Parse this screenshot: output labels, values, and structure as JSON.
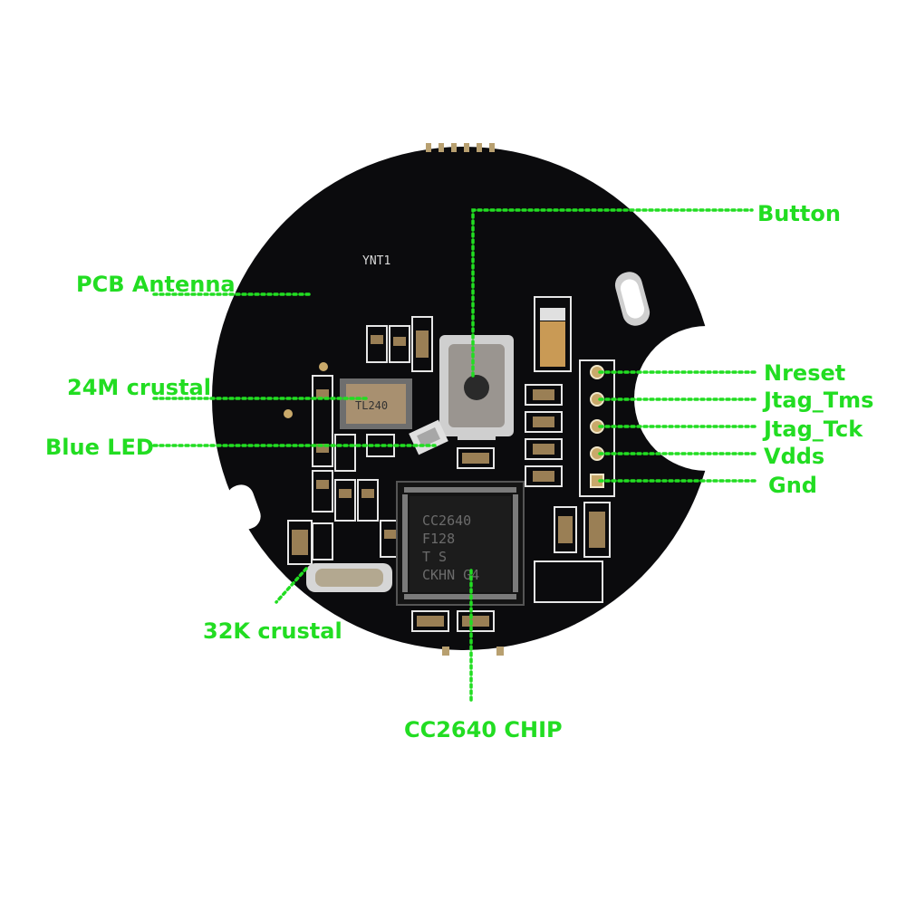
{
  "labels": {
    "button": "Button",
    "pcb_antenna": "PCB Antenna",
    "crystal_24m": "24M crustal",
    "blue_led": "Blue LED",
    "nreset": "Nreset",
    "jtag_tms": "Jtag_Tms",
    "jtag_tck": "Jtag_Tck",
    "vdds": "Vdds",
    "gnd": "Gnd",
    "crystal_32k": "32K crustal",
    "chip": "CC2640 CHIP"
  },
  "board": {
    "silkscreen": "YNT1",
    "chip_marking": [
      "CC2640",
      "F128",
      "T  S",
      "CKHN G4"
    ],
    "crystal_marking": "TL240"
  },
  "colors": {
    "label_green": "#22dd22",
    "pcb_black": "#0b0b0d"
  }
}
